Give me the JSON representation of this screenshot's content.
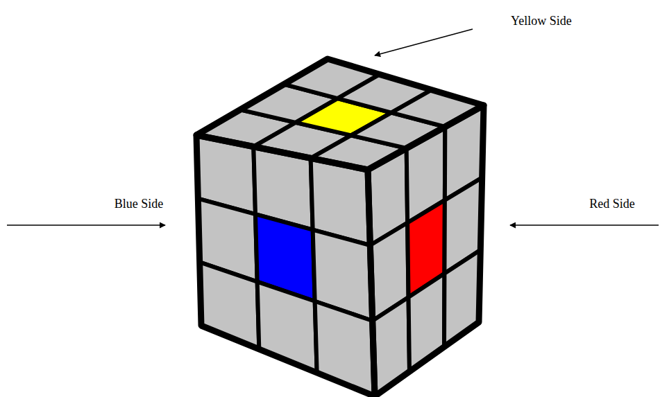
{
  "diagram": {
    "labels": [
      "Yellow Side",
      "Blue Side",
      "Red Side"
    ]
  }
}
